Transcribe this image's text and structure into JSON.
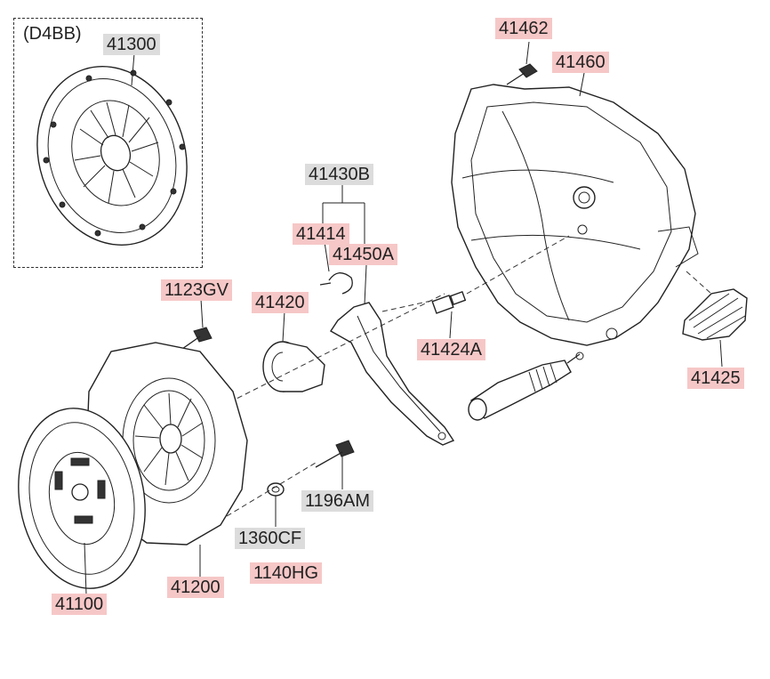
{
  "variant_label": "(D4BB)",
  "parts": {
    "p41300": "41300",
    "p41462": "41462",
    "p41460": "41460",
    "p41430B": "41430B",
    "p41414": "41414",
    "p41450A": "41450A",
    "p1123GV": "1123GV",
    "p41420": "41420",
    "p41424A": "41424A",
    "p41425": "41425",
    "p1196AM": "1196AM",
    "p1360CF": "1360CF",
    "p1140HG": "1140HG",
    "p41200": "41200",
    "p41100": "41100"
  },
  "colors": {
    "highlight_red": "#f6c7c7",
    "highlight_gray": "#dcdcdc"
  }
}
